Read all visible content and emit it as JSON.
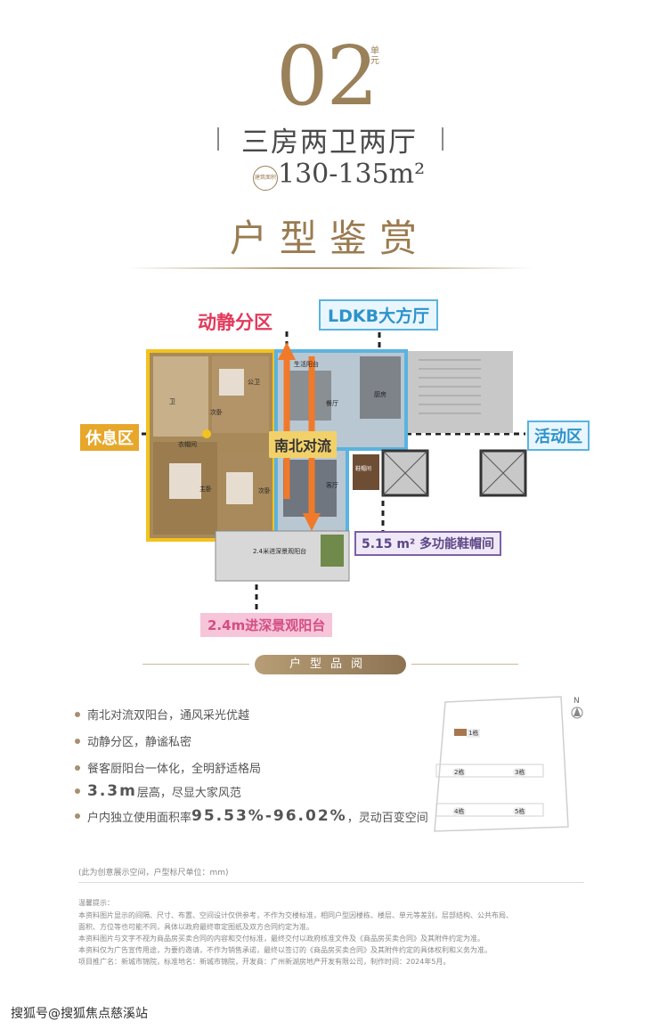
{
  "header": {
    "unit_number": "02",
    "unit_tag": "单元",
    "layout_name": "三房两卫两厅",
    "area_badge": "建筑面积",
    "area": "130-135m²",
    "appreciation_title": "户型鉴赏"
  },
  "floorplan": {
    "labels": {
      "dong_jing": "动静分区",
      "ldkb": "LDKB大方厅",
      "rest_zone": "休息区",
      "activity_zone": "活动区",
      "north_south": "南北对流",
      "shoe_room": "5.15 m² 多功能鞋帽间",
      "balcony": "2.4m进深景观阳台"
    },
    "room_labels": {
      "living_balcony": "生活阳台",
      "bath1": "卫",
      "bath2": "公卫",
      "bedroom2": "次卧",
      "cloakroom": "衣帽间",
      "master": "主卧",
      "bedroom3": "次卧",
      "dining": "餐厅",
      "kitchen": "厨房",
      "living": "客厅",
      "shoe_small": "鞋帽间",
      "balcony_small": "2.4米进深景观阳台"
    }
  },
  "section": {
    "title": "户型品阅"
  },
  "features": [
    {
      "pre": "南北对流双阳台，通风采光优越",
      "big": "",
      "post": ""
    },
    {
      "pre": "动静分区，静谧私密",
      "big": "",
      "post": ""
    },
    {
      "pre": "餐客厨阳台一体化，全明舒适格局",
      "big": "",
      "post": ""
    },
    {
      "pre": "",
      "big": "3.3m",
      "post": "层高，尽显大家风范"
    },
    {
      "pre": "户内独立使用面积率",
      "big": "95.53%-96.02%",
      "post": "，灵动百变空间"
    }
  ],
  "site_plan": {
    "north": "N",
    "buildings": [
      "1栋",
      "2栋",
      "3栋",
      "4栋",
      "5栋"
    ]
  },
  "footnote": "(此为创意展示空间，户型标尺单位：mm)",
  "warning": {
    "title": "温馨提示：",
    "lines": [
      "本资料图片显示的间隔、尺寸、布置、空间设计仅供参考，不作为交楼标准，相同户型因楼栋、楼层、单元等差别，层部结构、公共布局、",
      "面积、方位等也可能不同，具体以政府最终审定图纸及双方合同约定为准。",
      "本资料图片与文字不视为商品房买卖合同的内容和交付标准，最终交付以政府核准文件及《商品房买卖合同》及其附件约定为准。",
      "本资料仅为广告宣传用途，为要约邀请，不作为销售承诺，最终以签订的《商品房买卖合同》及其附件约定的具体权利和义务为准。",
      "项目推广名：新城市锦院，标准地名：新城市锦院，开发商：广州新湖房地产开发有限公司，制作时间：2024年5月。"
    ]
  },
  "watermark": "搜狐号@搜狐焦点慈溪站",
  "colors": {
    "gold": "#9a8159",
    "rest_yellow": "#e7a72b",
    "ldkb_blue": "#5ab3e0",
    "dj_red": "#e23a5b",
    "shoe_purple": "#7d5fa8",
    "balcony_pink": "#f7c5d9"
  }
}
